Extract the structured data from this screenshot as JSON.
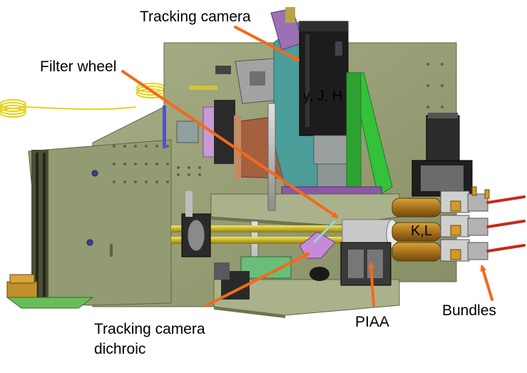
{
  "labels": {
    "tracking_camera": "Tracking camera",
    "filter_wheel": "Filter wheel",
    "y_j_h": "y, J, H",
    "k_l": "K,L",
    "bundles": "Bundles",
    "piaa": "PIAA",
    "dichroic_line1": "Tracking camera",
    "dichroic_line2": "dichroic"
  },
  "colors": {
    "arrow": "#f26a1b",
    "plate": "#9aa37a",
    "plate_dark": "#7b835c",
    "green_bracket": "#34c23a",
    "coil": "#e6d21a",
    "fiber_red": "#c62a1a",
    "copper": "#a4603f",
    "purple": "#9d6fb5",
    "camera_black": "#1c1c1c",
    "teal": "#4b9e9a"
  }
}
